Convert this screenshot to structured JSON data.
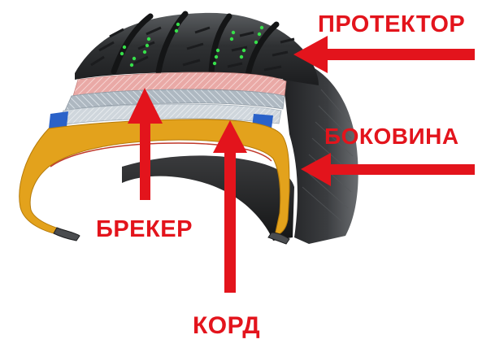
{
  "labels": {
    "tread": "ПРОТЕКТОР",
    "sidewall": "БОКОВИНА",
    "breaker": "БРЕКЕР",
    "cord": "КОРД"
  },
  "colors": {
    "label_red": "#e3141c",
    "arrow_red": "#e3141c",
    "rubber": "#2b2d2f",
    "inner_liner": "#e3a21c",
    "breaker_belt": "#e8a3a0",
    "cord_layer": "#b9c3cc",
    "edge_blue": "#2a62c9",
    "tread_dots": "#36e04a"
  }
}
